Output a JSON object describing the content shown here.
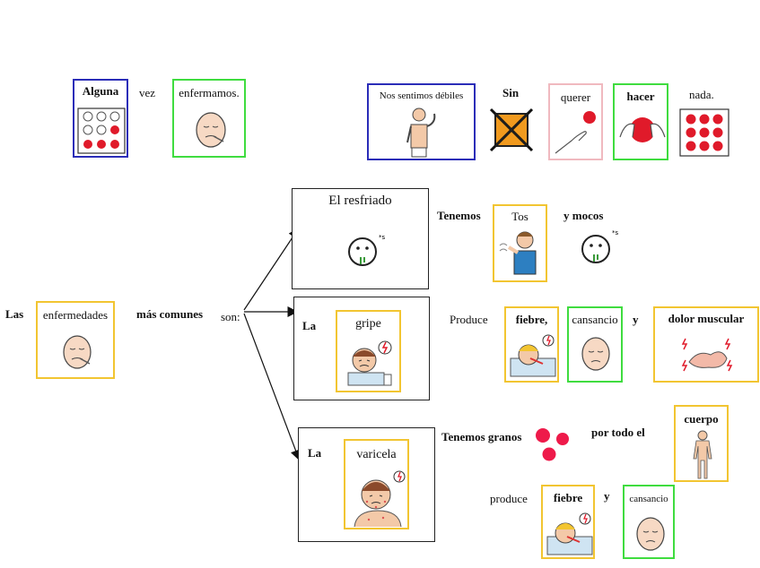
{
  "row1": {
    "alguna": "Alguna",
    "vez": "vez",
    "enfermamos": "enfermamos.",
    "nos_sentimos": "Nos sentimos débiles",
    "sin": "Sin",
    "querer": "querer",
    "hacer": "hacer",
    "nada": "nada."
  },
  "main": {
    "las": "Las",
    "enfermedades": "enfermedades",
    "mas_comunes": "más comunes",
    "son": "son:"
  },
  "resfriado": {
    "title": "El resfriado",
    "tenemos": "Tenemos",
    "tos": "Tos",
    "y_mocos": "y mocos"
  },
  "gripe": {
    "la": "La",
    "title": "gripe",
    "produce": "Produce",
    "fiebre": "fiebre,",
    "cansancio": "cansancio",
    "y": "y",
    "dolor": "dolor muscular"
  },
  "varicela": {
    "la": "La",
    "title": "varicela",
    "tenemos_granos": "Tenemos granos",
    "por_todo": "por todo el",
    "cuerpo": "cuerpo",
    "produce": "produce",
    "fiebre": "fiebre",
    "y": "y",
    "cansancio": "cansancio"
  },
  "colors": {
    "blue": "#2b2db8",
    "green": "#3fdc3f",
    "yellow": "#f2c531",
    "pink": "#f0b9bf",
    "red": "#e01a2a"
  }
}
